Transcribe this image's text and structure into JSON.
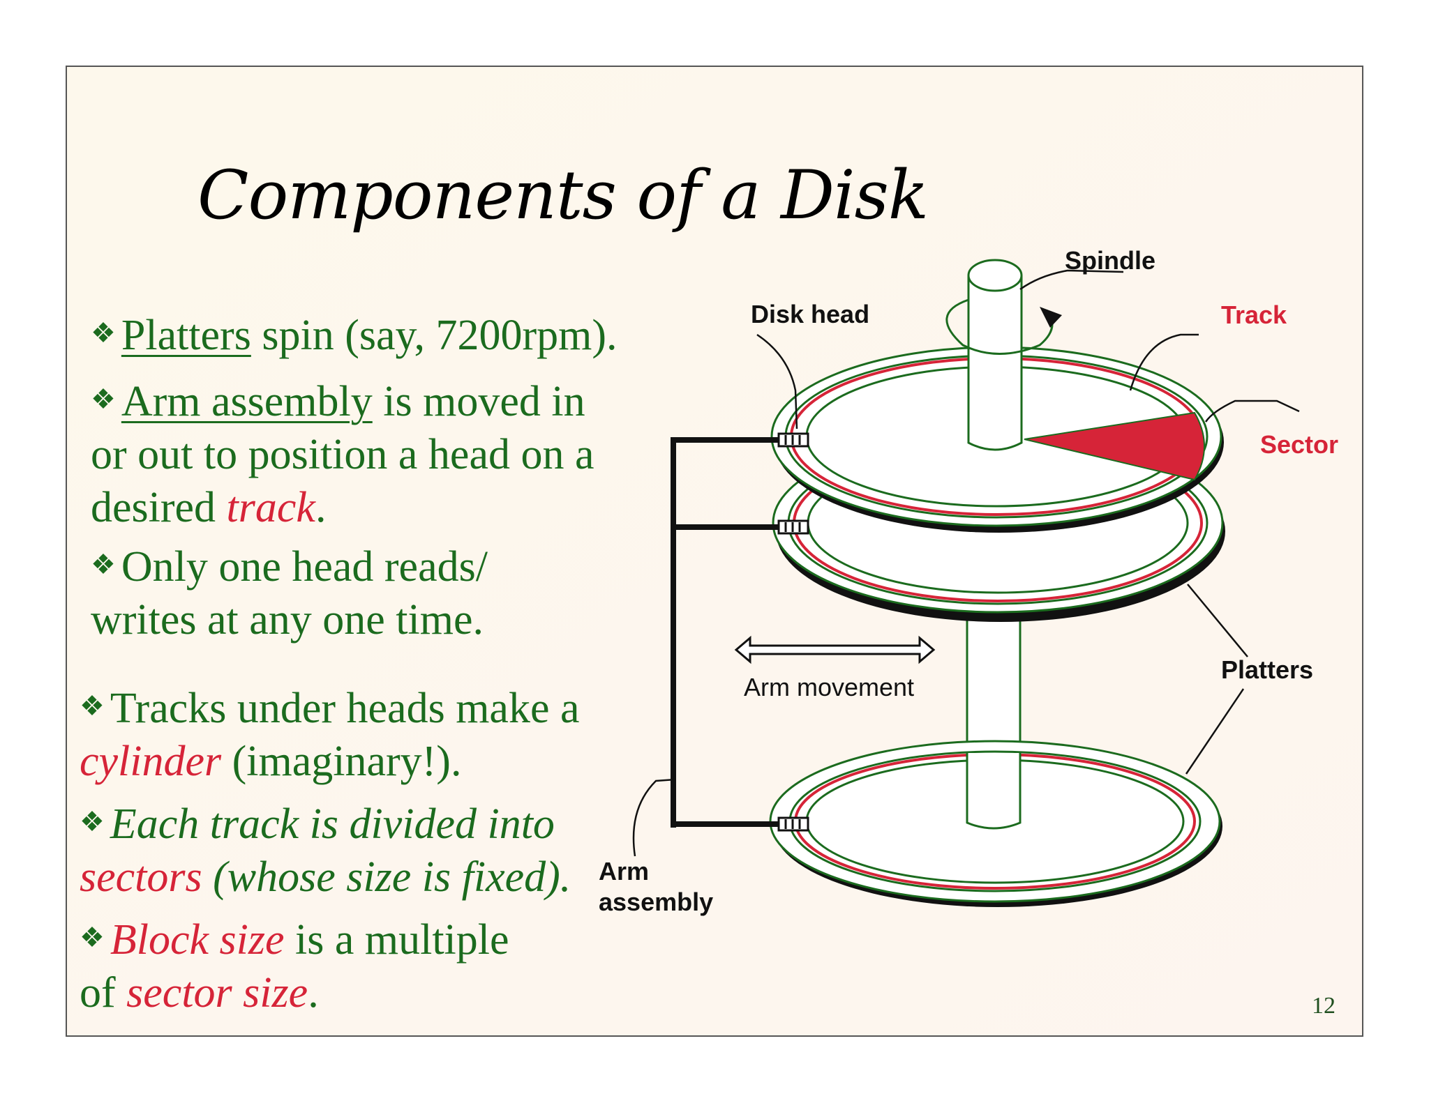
{
  "slide": {
    "title": "Components of a Disk",
    "page_number": "12",
    "colors": {
      "background": "#fdf8ee",
      "text_green": "#1b6b1e",
      "accent_red": "#d62438",
      "title_black": "#000000"
    }
  },
  "bullets": [
    {
      "pre": "",
      "underlined": "Platters",
      "rest": " spin (say, 7200rpm)."
    },
    {
      "pre": "",
      "underlined": "Arm assembly",
      "rest": " is moved in",
      "line2": "or out to position a head on a",
      "line3_prefix": "desired ",
      "line3_red": "track",
      "line3_suffix": "."
    },
    {
      "line1": "Only one head reads/",
      "line2": "writes at any one time."
    },
    {
      "line1": "Tracks under heads  make a",
      "line2_red": "cylinder",
      "line2_rest": " (imaginary!)."
    },
    {
      "line1": "Each track is divided into",
      "line2_red": "sectors",
      "line2_rest": " (whose size is fixed)."
    },
    {
      "line1_red": "Block size",
      "line1_rest": " is a multiple",
      "line2_prefix": "of ",
      "line2_red": "sector size",
      "line2_suffix": "."
    }
  ],
  "diagram": {
    "labels": {
      "spindle": "Spindle",
      "disk_head": "Disk head",
      "track": "Track",
      "sector": "Sector",
      "platters": "Platters",
      "arm_movement": "Arm movement",
      "arm_assembly_line1": "Arm",
      "arm_assembly_line2": "assembly"
    }
  },
  "icons": {
    "bullet": "four-diamond-icon"
  }
}
